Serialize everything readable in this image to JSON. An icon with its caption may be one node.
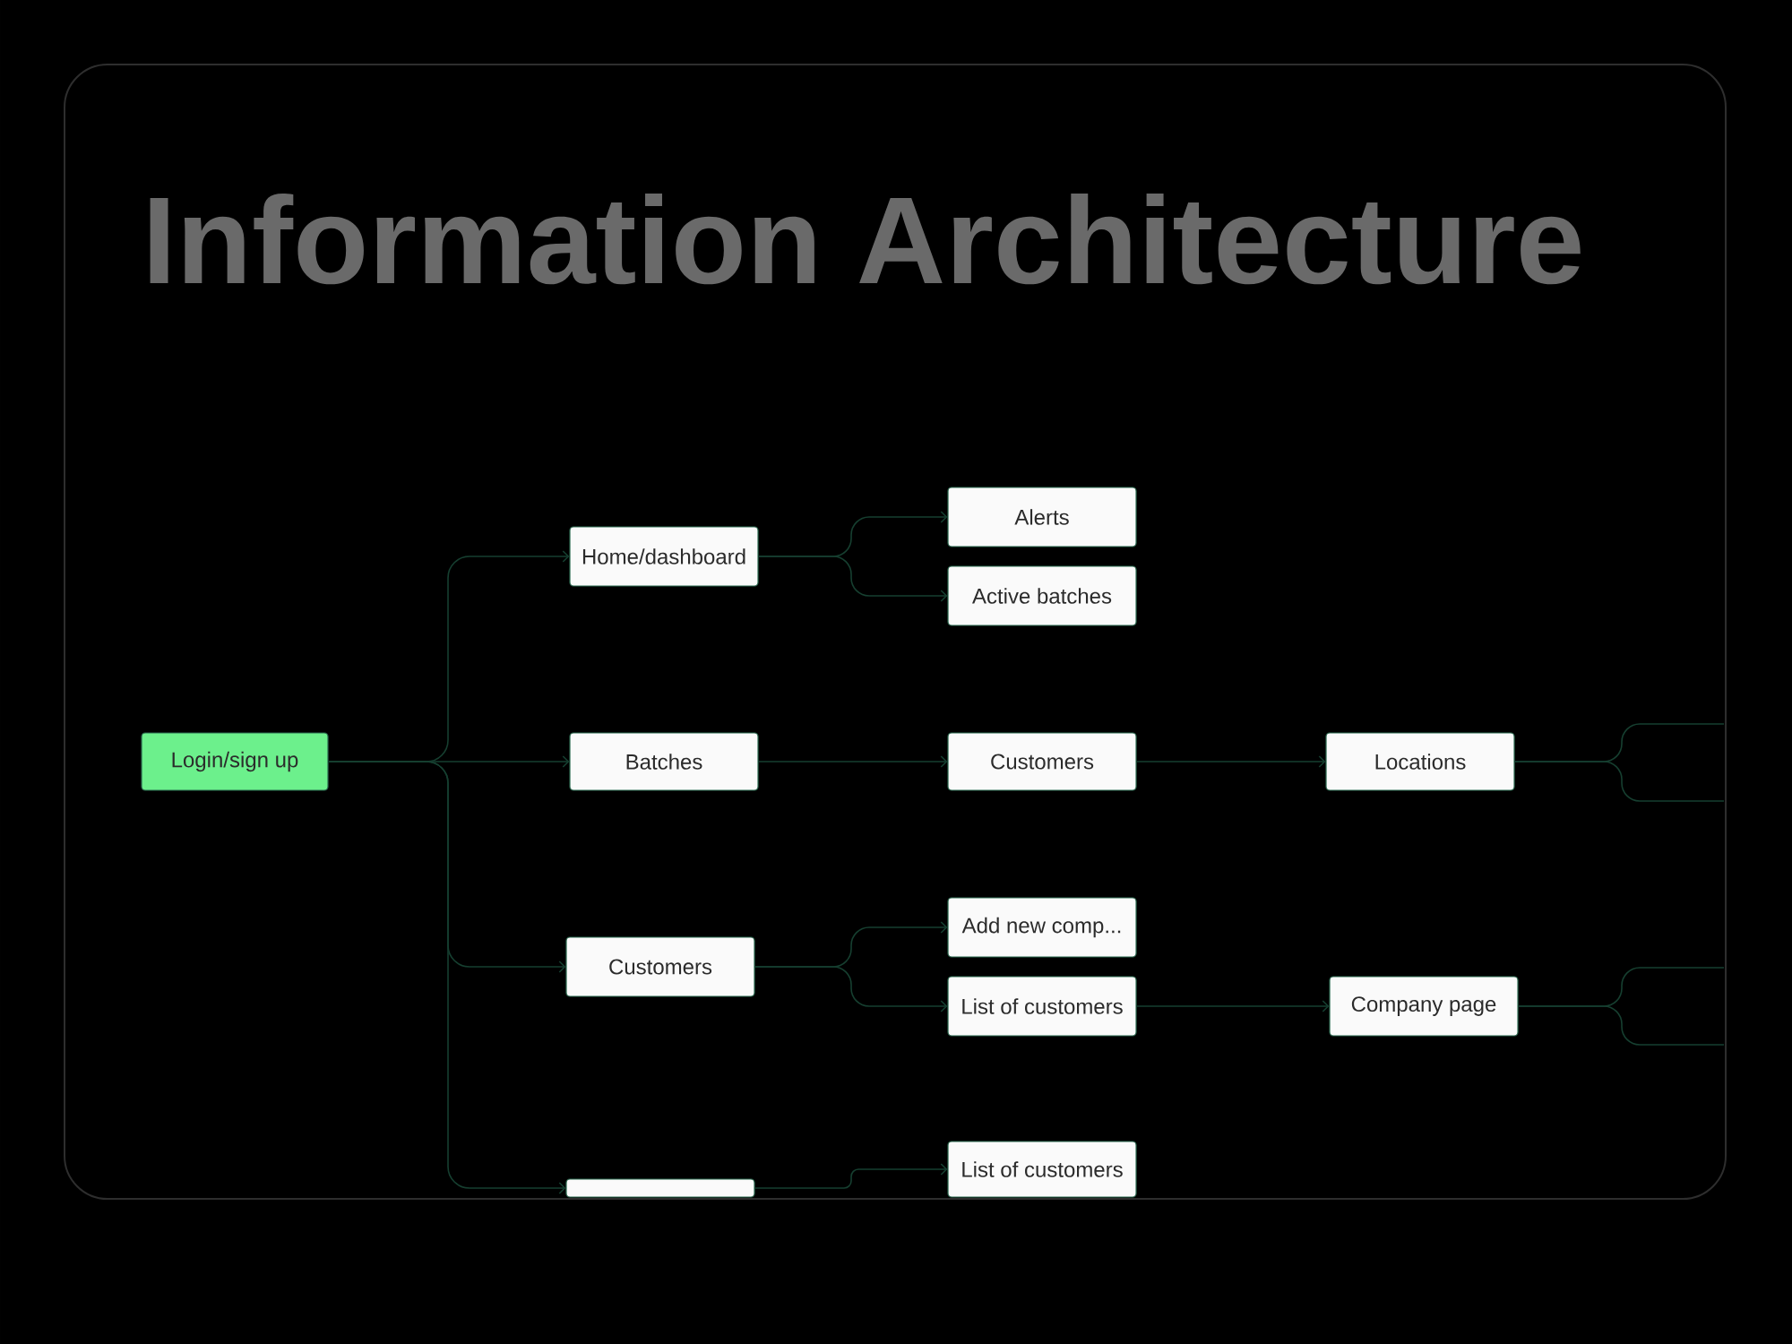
{
  "diagram": {
    "title": "Information Architecture",
    "nodes": [
      {
        "text": [
          "Login/sign up"
        ]
      },
      {
        "text": [
          "Home/dashboard"
        ]
      },
      {
        "text": [
          "Alerts"
        ]
      },
      {
        "text": [
          "Active batches"
        ]
      },
      {
        "text": [
          "Batches"
        ]
      },
      {
        "text": [
          "Customers"
        ]
      },
      {
        "text": [
          "Locations"
        ]
      },
      {
        "text": [
          "Customers"
        ]
      },
      {
        "text": [
          "Add new comp..."
        ]
      },
      {
        "text": [
          "List of customers"
        ]
      },
      {
        "text": [
          "Company page"
        ]
      },
      {
        "text": [],
        "shape": "box"
      },
      {
        "text": [
          "List of customers"
        ]
      }
    ],
    "edges": [
      {
        "from": 0,
        "to": 1,
        "arrow": "to"
      },
      {
        "from": 0,
        "to": 4,
        "arrow": "to"
      },
      {
        "from": 0,
        "to": 7,
        "arrow": "to"
      },
      {
        "from": 0,
        "to": 11,
        "arrow": "to"
      },
      {
        "from": 1,
        "to": 2,
        "arrow": "to"
      },
      {
        "from": 1,
        "to": 3,
        "arrow": "to"
      },
      {
        "from": 4,
        "to": 5,
        "arrow": "to"
      },
      {
        "from": 5,
        "to": 6,
        "arrow": "to"
      },
      {
        "from": 6,
        "to": null,
        "arrow": "none"
      },
      {
        "from": 6,
        "to": null,
        "arrow": "none"
      },
      {
        "from": 7,
        "to": 8,
        "arrow": "to"
      },
      {
        "from": 7,
        "to": 9,
        "arrow": "to"
      },
      {
        "from": 9,
        "to": 10,
        "arrow": "to"
      },
      {
        "from": 10,
        "to": null,
        "arrow": "none"
      },
      {
        "from": 10,
        "to": null,
        "arrow": "none"
      },
      {
        "from": 11,
        "to": 12,
        "arrow": "to"
      }
    ]
  }
}
